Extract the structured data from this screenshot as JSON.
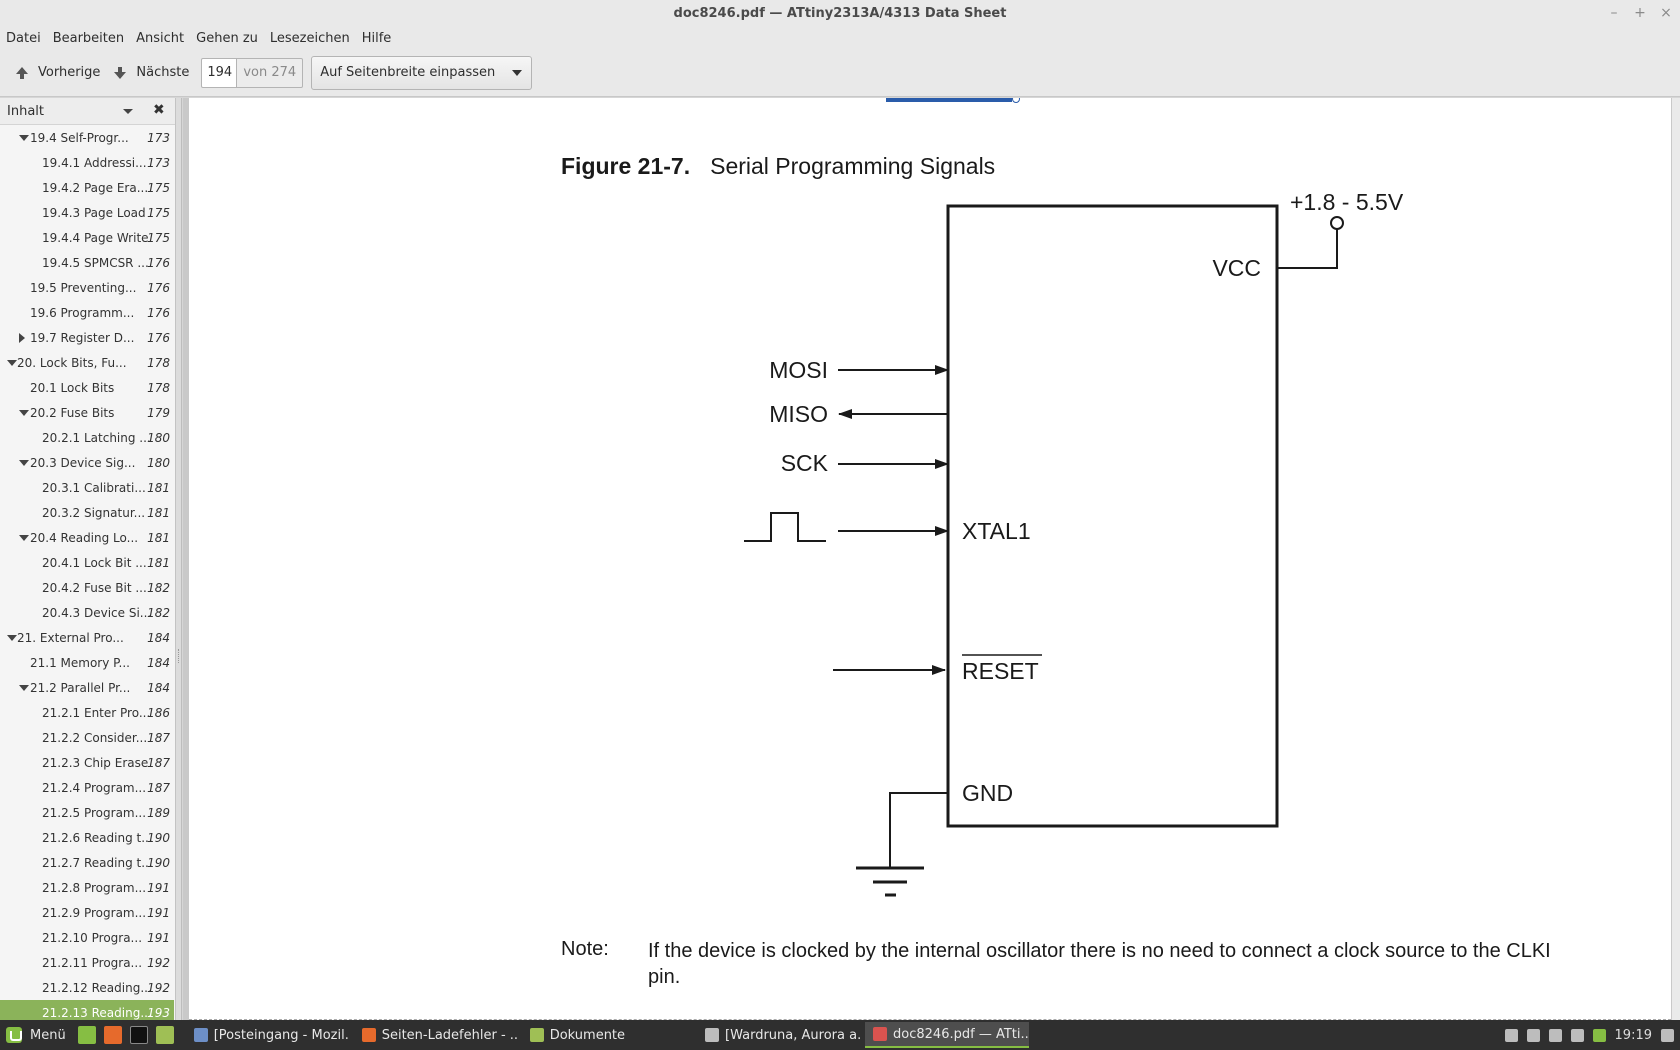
{
  "window": {
    "title": "doc8246.pdf — ATtiny2313A/4313 Data Sheet",
    "controls": [
      "–",
      "+",
      "×"
    ]
  },
  "menu": [
    "Datei",
    "Bearbeiten",
    "Ansicht",
    "Gehen zu",
    "Lesezeichen",
    "Hilfe"
  ],
  "toolbar": {
    "prev_label": "Vorherige",
    "next_label": "Nächste",
    "page_value": "194",
    "page_of": "von 274",
    "zoom_value": "Auf Seitenbreite einpassen"
  },
  "sidebar": {
    "mode_label": "Inhalt",
    "close_glyph": "✖",
    "items": [
      {
        "label": "19.4 Self-Progr...",
        "page": "173",
        "level": 1,
        "toggle": "down"
      },
      {
        "label": "19.4.1 Addressi...",
        "page": "173",
        "level": 2,
        "toggle": ""
      },
      {
        "label": "19.4.2 Page Era...",
        "page": "175",
        "level": 2,
        "toggle": ""
      },
      {
        "label": "19.4.3 Page Load",
        "page": "175",
        "level": 2,
        "toggle": ""
      },
      {
        "label": "19.4.4 Page Write",
        "page": "175",
        "level": 2,
        "toggle": ""
      },
      {
        "label": "19.4.5 SPMCSR ...",
        "page": "176",
        "level": 2,
        "toggle": ""
      },
      {
        "label": "19.5 Preventing...",
        "page": "176",
        "level": 1,
        "toggle": ""
      },
      {
        "label": "19.6 Programm...",
        "page": "176",
        "level": 1,
        "toggle": ""
      },
      {
        "label": "19.7 Register D...",
        "page": "176",
        "level": 1,
        "toggle": "right"
      },
      {
        "label": "20. Lock Bits, Fu...",
        "page": "178",
        "level": 0,
        "toggle": "down"
      },
      {
        "label": "20.1 Lock Bits",
        "page": "178",
        "level": 1,
        "toggle": ""
      },
      {
        "label": "20.2 Fuse Bits",
        "page": "179",
        "level": 1,
        "toggle": "down"
      },
      {
        "label": "20.2.1 Latching ...",
        "page": "180",
        "level": 2,
        "toggle": ""
      },
      {
        "label": "20.3 Device Sig...",
        "page": "180",
        "level": 1,
        "toggle": "down"
      },
      {
        "label": "20.3.1 Calibrati...",
        "page": "181",
        "level": 2,
        "toggle": ""
      },
      {
        "label": "20.3.2 Signatur...",
        "page": "181",
        "level": 2,
        "toggle": ""
      },
      {
        "label": "20.4 Reading Lo...",
        "page": "181",
        "level": 1,
        "toggle": "down"
      },
      {
        "label": "20.4.1 Lock Bit ...",
        "page": "181",
        "level": 2,
        "toggle": ""
      },
      {
        "label": "20.4.2 Fuse Bit ...",
        "page": "182",
        "level": 2,
        "toggle": ""
      },
      {
        "label": "20.4.3 Device Si...",
        "page": "182",
        "level": 2,
        "toggle": ""
      },
      {
        "label": "21. External Pro...",
        "page": "184",
        "level": 0,
        "toggle": "down"
      },
      {
        "label": "21.1 Memory P...",
        "page": "184",
        "level": 1,
        "toggle": ""
      },
      {
        "label": "21.2 Parallel Pr...",
        "page": "184",
        "level": 1,
        "toggle": "down"
      },
      {
        "label": "21.2.1 Enter Pro...",
        "page": "186",
        "level": 2,
        "toggle": ""
      },
      {
        "label": "21.2.2 Consider...",
        "page": "187",
        "level": 2,
        "toggle": ""
      },
      {
        "label": "21.2.3 Chip Erase",
        "page": "187",
        "level": 2,
        "toggle": ""
      },
      {
        "label": "21.2.4 Program...",
        "page": "187",
        "level": 2,
        "toggle": ""
      },
      {
        "label": "21.2.5 Program...",
        "page": "189",
        "level": 2,
        "toggle": ""
      },
      {
        "label": "21.2.6 Reading t...",
        "page": "190",
        "level": 2,
        "toggle": ""
      },
      {
        "label": "21.2.7 Reading t...",
        "page": "190",
        "level": 2,
        "toggle": ""
      },
      {
        "label": "21.2.8 Program...",
        "page": "191",
        "level": 2,
        "toggle": ""
      },
      {
        "label": "21.2.9 Program...",
        "page": "191",
        "level": 2,
        "toggle": ""
      },
      {
        "label": "21.2.10 Progra...",
        "page": "191",
        "level": 2,
        "toggle": ""
      },
      {
        "label": "21.2.11 Progra...",
        "page": "192",
        "level": 2,
        "toggle": ""
      },
      {
        "label": "21.2.12 Reading...",
        "page": "192",
        "level": 2,
        "toggle": ""
      },
      {
        "label": "21.2.13 Reading...",
        "page": "193",
        "level": 2,
        "toggle": "",
        "selected": true
      }
    ]
  },
  "document": {
    "figure_number": "Figure 21-7.",
    "figure_title": "Serial Programming Signals",
    "labels": {
      "supply": "+1.8 - 5.5V",
      "vcc": "VCC",
      "mosi": "MOSI",
      "miso": "MISO",
      "sck": "SCK",
      "xtal1": "XTAL1",
      "reset": "RESET",
      "gnd": "GND"
    },
    "note_label": "Note:",
    "note_text": "If the device is clocked by the internal oscillator there is no need to connect a clock source to the CLKI pin."
  },
  "taskbar": {
    "menu_label": "Menü",
    "tasks": [
      {
        "label": "[Posteingang - Mozil...",
        "active": false,
        "color": "#6d8fc7"
      },
      {
        "label": "Seiten-Ladefehler - ...",
        "active": false,
        "color": "#e66a2c"
      },
      {
        "label": "Dokumente",
        "active": false,
        "color": "#9fbf55"
      },
      {
        "label": "[Wardruna, Aurora a...",
        "active": false,
        "color": "#bdbdbd"
      },
      {
        "label": "doc8246.pdf — ATti...",
        "active": true,
        "color": "#d9534f"
      }
    ],
    "clock": "19:19"
  },
  "colors": {
    "selection": "#8bb35a",
    "taskbar": "#2f2f2f",
    "accent": "#86be43"
  }
}
